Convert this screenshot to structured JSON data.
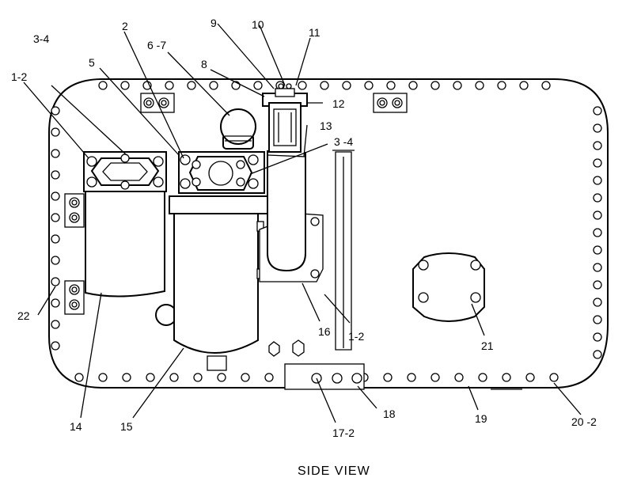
{
  "caption": "SIDE VIEW",
  "labels": {
    "l_3_4_top": "3-4",
    "l_2": "2",
    "l_6_7": "6 -7",
    "l_9": "9",
    "l_10": "10",
    "l_11": "11",
    "l_1_2_left": "1-2",
    "l_5": "5",
    "l_8": "8",
    "l_12": "12",
    "l_13": "13",
    "l_3_4_right": "3 -4",
    "l_22": "22",
    "l_16": "16",
    "l_1_2_bottom": "1-2",
    "l_21": "21",
    "l_14": "14",
    "l_15": "15",
    "l_17_2": "17-2",
    "l_18": "18",
    "l_19": "19",
    "l_20_2": "20 -2"
  }
}
